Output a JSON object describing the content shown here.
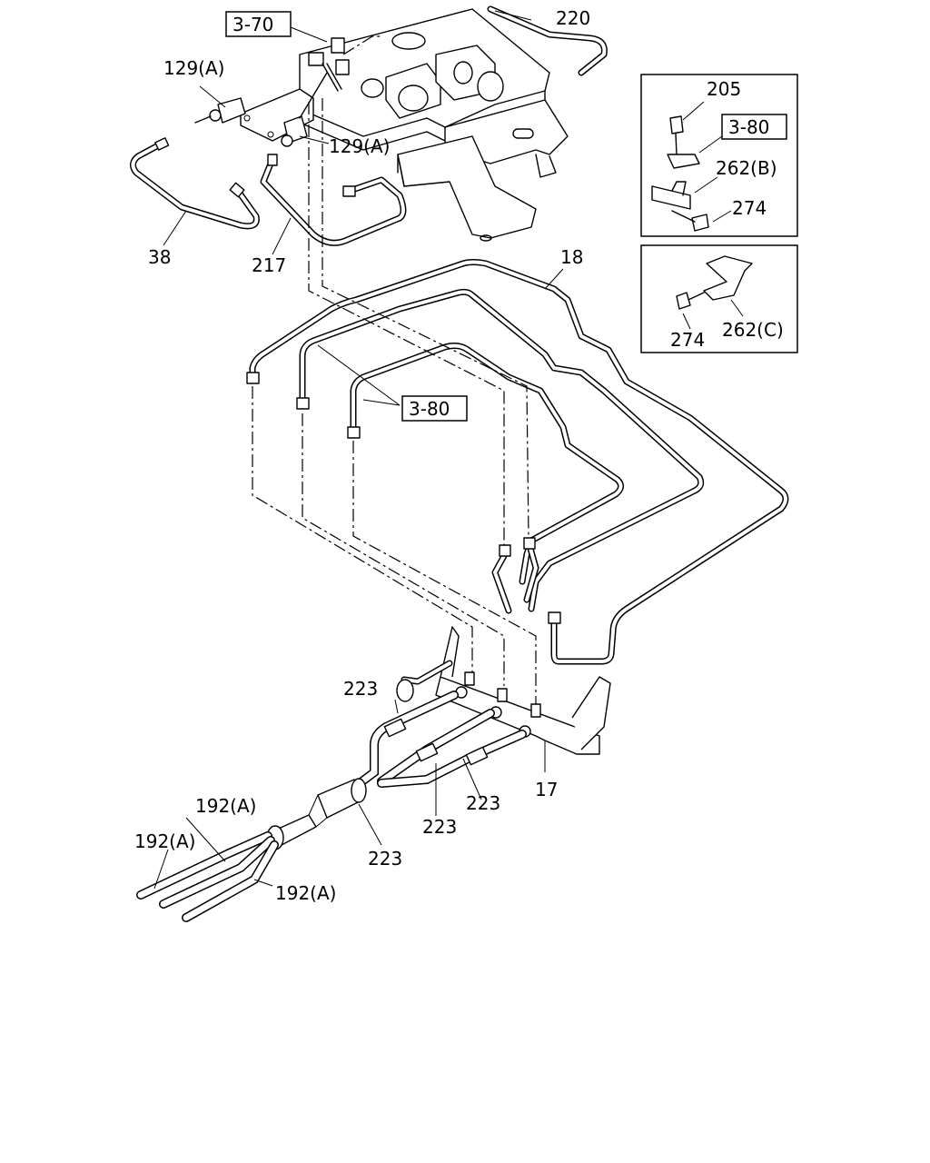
{
  "diagram": {
    "labels": {
      "ref_3_70": "3-70",
      "ref_3_80_inset": "3-80",
      "ref_3_80_main": "3-80",
      "p220": "220",
      "p129a_top": "129(A)",
      "p129a_mid": "129(A)",
      "p38": "38",
      "p217": "217",
      "p18": "18",
      "p205": "205",
      "p262b": "262(B)",
      "p274_b": "274",
      "p274_c": "274",
      "p262c": "262(C)",
      "p223_a": "223",
      "p223_b": "223",
      "p223_c": "223",
      "p223_d": "223",
      "p17": "17",
      "p192a_1": "192(A)",
      "p192a_2": "192(A)",
      "p192a_3": "192(A)"
    }
  }
}
